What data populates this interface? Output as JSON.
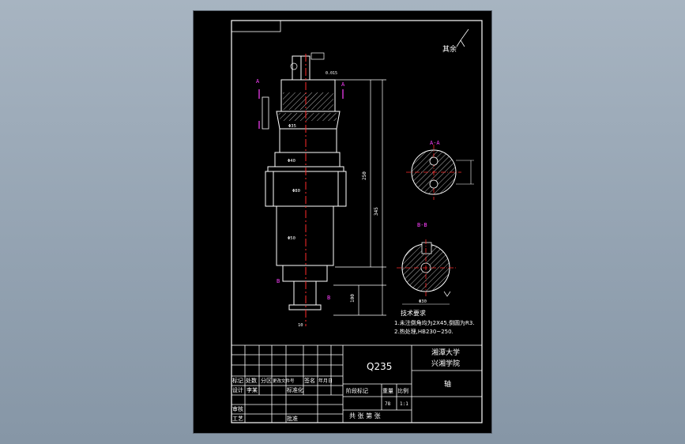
{
  "material": "Q235",
  "title_block": {
    "school_line1": "湘潭大学",
    "school_line2": "兴湘学院",
    "part_name": "轴",
    "sheet_info": "共  张  第  张",
    "scale_value": "1:1",
    "weight_value": "78",
    "headers": {
      "mark": "标记",
      "count": "处数",
      "zone": "分区",
      "doc": "更改文件号",
      "sign": "签名",
      "date": "年月日",
      "stage_mark": "阶段标记",
      "weight": "重量",
      "scale": "比例"
    },
    "roles": {
      "design": "设计",
      "design_person": "李某",
      "standardize": "标准化",
      "review": "审核",
      "process": "工艺",
      "approve": "批准"
    }
  },
  "surface_finish_note": "其余",
  "tech_req": {
    "title": "技术要求",
    "line1": "1.未注倒角均为2X45,倒圆为R3.",
    "line2": "2.热处理,HB230~250."
  },
  "sections": {
    "a_label": "A-A",
    "b_label": "B-B"
  },
  "dims": {
    "total_length": "345",
    "main_length": "250",
    "lower_length": "100",
    "flange_dia": "Φ80",
    "mid_dia": "Φ50",
    "lower_dia": "Φ40",
    "top_dia": "Φ35",
    "key_width": "10",
    "tolerance": "0.015",
    "section_dia": "Φ30"
  },
  "section_markers": [
    "A",
    "A",
    "B",
    "B"
  ]
}
